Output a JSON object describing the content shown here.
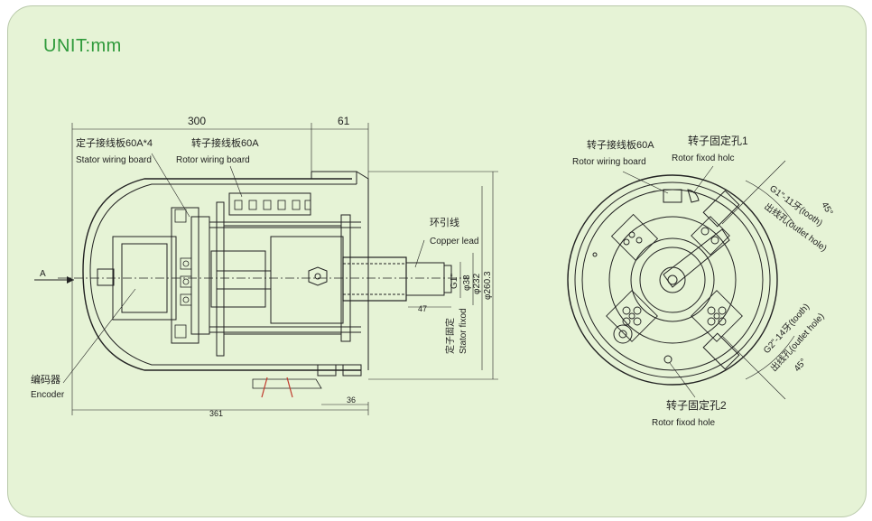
{
  "unit_label": "UNIT:mm",
  "left_view": {
    "dim_300": "300",
    "dim_61": "61",
    "stator_board_cn": "定子接线板60A*4",
    "stator_board_en": "Stator wiring board",
    "rotor_board_cn": "转子接线板60A",
    "rotor_board_en": "Rotor wiring board",
    "copper_cn": "环引线",
    "copper_en": "Copper lead",
    "view_a": "A",
    "g1": "G1\"",
    "d38": "φ38",
    "d232": "φ232",
    "d260": "φ260.3",
    "dim_47": "47",
    "stator_fixed_cn": "定子固定",
    "stator_fixed_en": "Stator fixod",
    "encoder_cn": "编码器",
    "encoder_en": "Encoder",
    "dim_36": "36",
    "dim_361": "361"
  },
  "right_view": {
    "rotor_board_cn": "转子接线板60A",
    "rotor_board_en": "Rotor wiring board",
    "rotor_hole1_cn": "转子固定孔1",
    "rotor_hole1_en": "Rotor fixod holc",
    "g1_tooth": "G1\"-11牙(tooth)",
    "outlet1": "出线孔(outlet hole)",
    "angle1": "45°",
    "g2_tooth": "G2\"-14牙(tooth)",
    "outlet2": "出线孔(outlet hole)",
    "angle2": "45°",
    "rotor_hole2_cn": "转子固定孔2",
    "rotor_hole2_en": "Rotor fixod hole"
  }
}
